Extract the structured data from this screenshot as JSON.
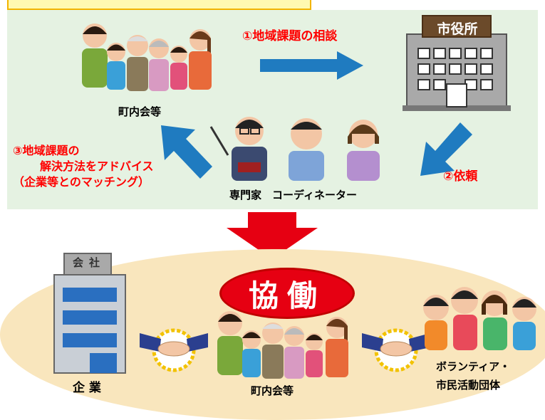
{
  "top_labels": {
    "step1": "①地域課題の相談",
    "step2": "②依頼",
    "step3_line1": "③地域課題の",
    "step3_line2": "解決方法をアドバイス",
    "step3_line3": "（企業等とのマッチング）",
    "townhall_sign": "市役所",
    "community": "町内会等",
    "experts": "専門家　コーディネーター"
  },
  "bottom_labels": {
    "kyodo": "協働",
    "company_sign": "会社",
    "company": "企 業",
    "community": "町内会等",
    "volunteer_line1": "ボランティア・",
    "volunteer_line2": "市民活動団体"
  },
  "colors": {
    "panel": "#e5f2e2",
    "arrow_blue": "#1f7bc0",
    "arrow_red": "#e60012",
    "ellipse": "#f9e6bd",
    "label_red": "#ff0000"
  }
}
